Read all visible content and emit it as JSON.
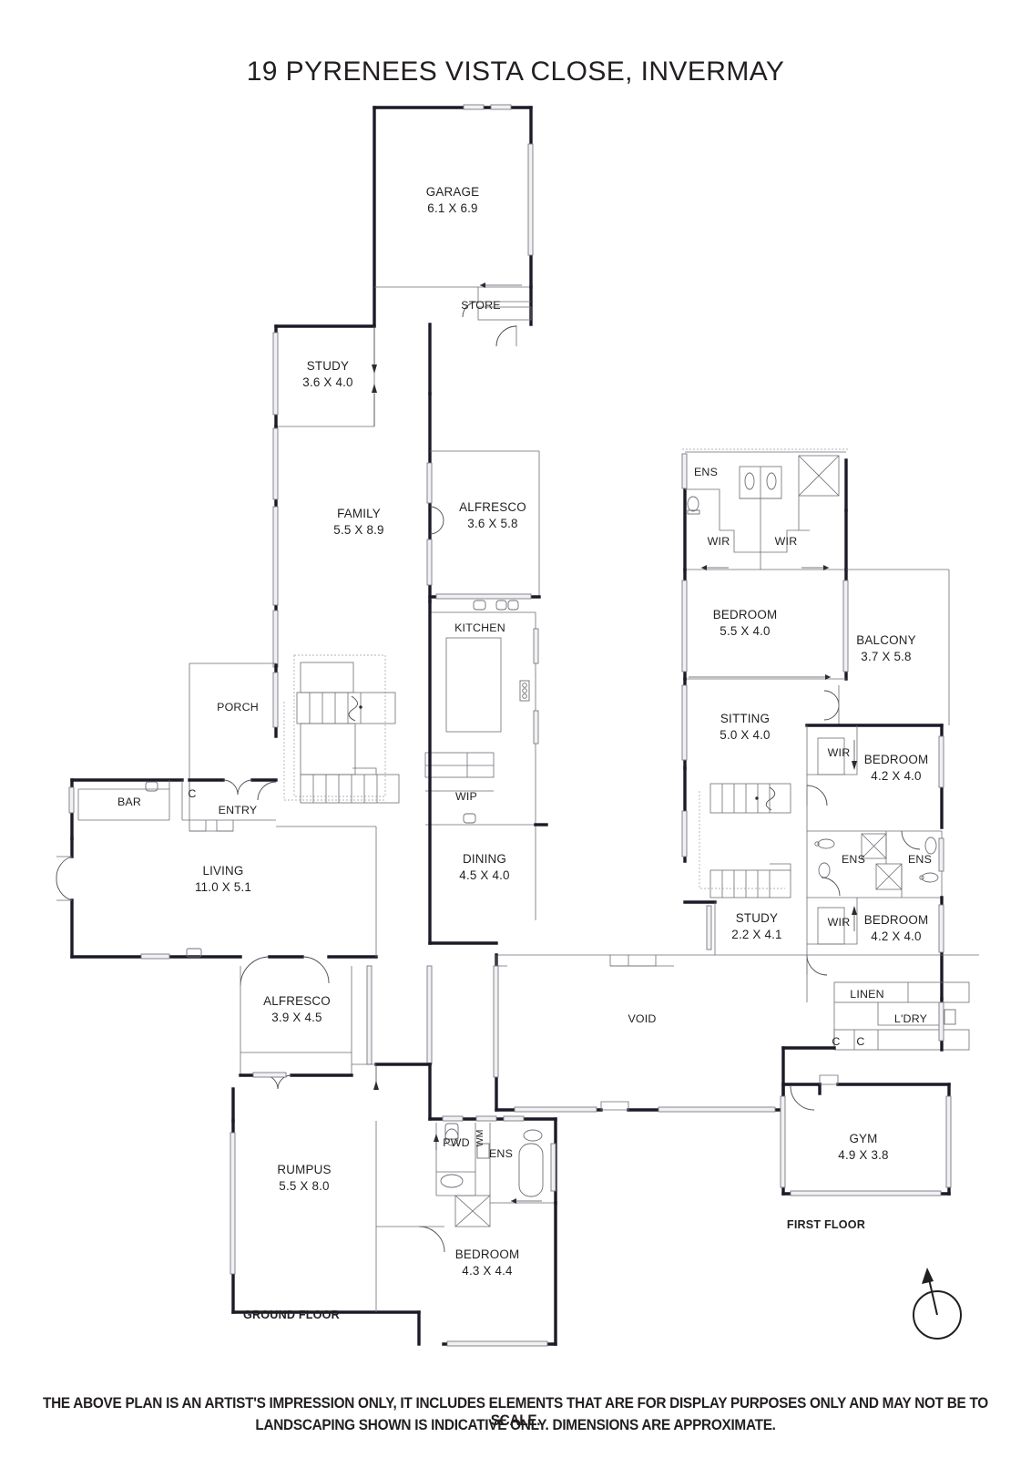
{
  "title": "19 PYRENEES VISTA CLOSE, INVERMAY",
  "disclaimer": {
    "line1": "THE ABOVE PLAN IS AN ARTIST'S IMPRESSION ONLY, IT INCLUDES ELEMENTS THAT ARE FOR DISPLAY PURPOSES ONLY AND MAY NOT BE TO SCALE.",
    "line2": "LANDSCAPING SHOWN IS INDICATIVE ONLY. DIMENSIONS ARE APPROXIMATE."
  },
  "floor_labels": {
    "ground": "GROUND FLOOR",
    "first": "FIRST FLOOR"
  },
  "compass": {
    "name": "north-arrow"
  },
  "colors": {
    "wall": "#1b1b28",
    "inner_wall": "#4a4a52",
    "text": "#231f20",
    "window_fill": "#f1f1f3",
    "background": "#ffffff"
  },
  "ground_floor": {
    "rooms": [
      {
        "name": "GARAGE",
        "dim": "6.1 X 6.9"
      },
      {
        "name": "STORE",
        "dim": ""
      },
      {
        "name": "STUDY",
        "dim": "3.6 X 4.0"
      },
      {
        "name": "FAMILY",
        "dim": "5.5 X 8.9"
      },
      {
        "name": "ALFRESCO",
        "dim": "3.6 X 5.8"
      },
      {
        "name": "KITCHEN",
        "dim": ""
      },
      {
        "name": "WIP",
        "dim": ""
      },
      {
        "name": "PORCH",
        "dim": ""
      },
      {
        "name": "ENTRY",
        "dim": ""
      },
      {
        "name": "BAR",
        "dim": ""
      },
      {
        "name": "C",
        "dim": ""
      },
      {
        "name": "LIVING",
        "dim": "11.0 X 5.1"
      },
      {
        "name": "DINING",
        "dim": "4.5 X 4.0"
      },
      {
        "name": "ALFRESCO",
        "dim": "3.9 X 4.5"
      },
      {
        "name": "RUMPUS",
        "dim": "5.5 X 8.0"
      },
      {
        "name": "PWD",
        "dim": ""
      },
      {
        "name": "WM",
        "dim": ""
      },
      {
        "name": "ENS",
        "dim": ""
      },
      {
        "name": "BEDROOM",
        "dim": "4.3 X 4.4"
      }
    ]
  },
  "first_floor": {
    "rooms": [
      {
        "name": "ENS",
        "dim": ""
      },
      {
        "name": "WIR",
        "dim": ""
      },
      {
        "name": "WIR",
        "dim": ""
      },
      {
        "name": "BEDROOM",
        "dim": "5.5 X 4.0"
      },
      {
        "name": "BALCONY",
        "dim": "3.7 X 5.8"
      },
      {
        "name": "SITTING",
        "dim": "5.0 X 4.0"
      },
      {
        "name": "WIR",
        "dim": ""
      },
      {
        "name": "BEDROOM",
        "dim": "4.2 X 4.0"
      },
      {
        "name": "ENS",
        "dim": ""
      },
      {
        "name": "ENS",
        "dim": ""
      },
      {
        "name": "WIR",
        "dim": ""
      },
      {
        "name": "BEDROOM",
        "dim": "4.2 X 4.0"
      },
      {
        "name": "STUDY",
        "dim": "2.2 X 4.1"
      },
      {
        "name": "VOID",
        "dim": ""
      },
      {
        "name": "LINEN",
        "dim": ""
      },
      {
        "name": "L'DRY",
        "dim": ""
      },
      {
        "name": "C",
        "dim": ""
      },
      {
        "name": "C",
        "dim": ""
      },
      {
        "name": "GYM",
        "dim": "4.9 X 3.8"
      }
    ]
  },
  "labels": {
    "garage_name": "GARAGE",
    "garage_dim": "6.1 X 6.9",
    "store_name": "STORE",
    "study_g_name": "STUDY",
    "study_g_dim": "3.6 X 4.0",
    "family_name": "FAMILY",
    "family_dim": "5.5 X 8.9",
    "alfresco1_name": "ALFRESCO",
    "alfresco1_dim": "3.6 X 5.8",
    "kitchen_name": "KITCHEN",
    "wip_name": "WIP",
    "porch_name": "PORCH",
    "entry_name": "ENTRY",
    "bar_name": "BAR",
    "c_entry_name": "C",
    "living_name": "LIVING",
    "living_dim": "11.0 X 5.1",
    "dining_name": "DINING",
    "dining_dim": "4.5 X 4.0",
    "alfresco2_name": "ALFRESCO",
    "alfresco2_dim": "3.9 X 4.5",
    "rumpus_name": "RUMPUS",
    "rumpus_dim": "5.5 X 8.0",
    "pwd_name": "PWD",
    "wm_name": "WM",
    "ens_g_name": "ENS",
    "bedroom_g_name": "BEDROOM",
    "bedroom_g_dim": "4.3 X 4.4",
    "ens_master_name": "ENS",
    "wir_l_name": "WIR",
    "wir_r_name": "WIR",
    "bed_master_name": "BEDROOM",
    "bed_master_dim": "5.5 X 4.0",
    "balcony_name": "BALCONY",
    "balcony_dim": "3.7 X 5.8",
    "sitting_name": "SITTING",
    "sitting_dim": "5.0 X 4.0",
    "wir_b2_name": "WIR",
    "bed2_name": "BEDROOM",
    "bed2_dim": "4.2 X 4.0",
    "ens2_name": "ENS",
    "ens3_name": "ENS",
    "wir_b3_name": "WIR",
    "bed3_name": "BEDROOM",
    "bed3_dim": "4.2 X 4.0",
    "study_f_name": "STUDY",
    "study_f_dim": "2.2 X 4.1",
    "void_name": "VOID",
    "linen_name": "LINEN",
    "ldry_name": "L'DRY",
    "c1_name": "C",
    "c2_name": "C",
    "gym_name": "GYM",
    "gym_dim": "4.9 X 3.8"
  }
}
